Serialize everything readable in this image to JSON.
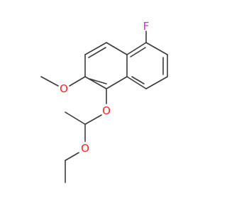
{
  "molecule": {
    "atoms": {
      "fluorine": {
        "label": "F",
        "color": "#cc33cc"
      },
      "methoxy_oxygen": {
        "label": "O",
        "color": "#ff2020"
      },
      "aryl_ether_oxygen": {
        "label": "O",
        "color": "#ff2020"
      },
      "ethoxy_oxygen": {
        "label": "O",
        "color": "#ff2020"
      }
    },
    "bond_color": "#3a3a3a"
  }
}
